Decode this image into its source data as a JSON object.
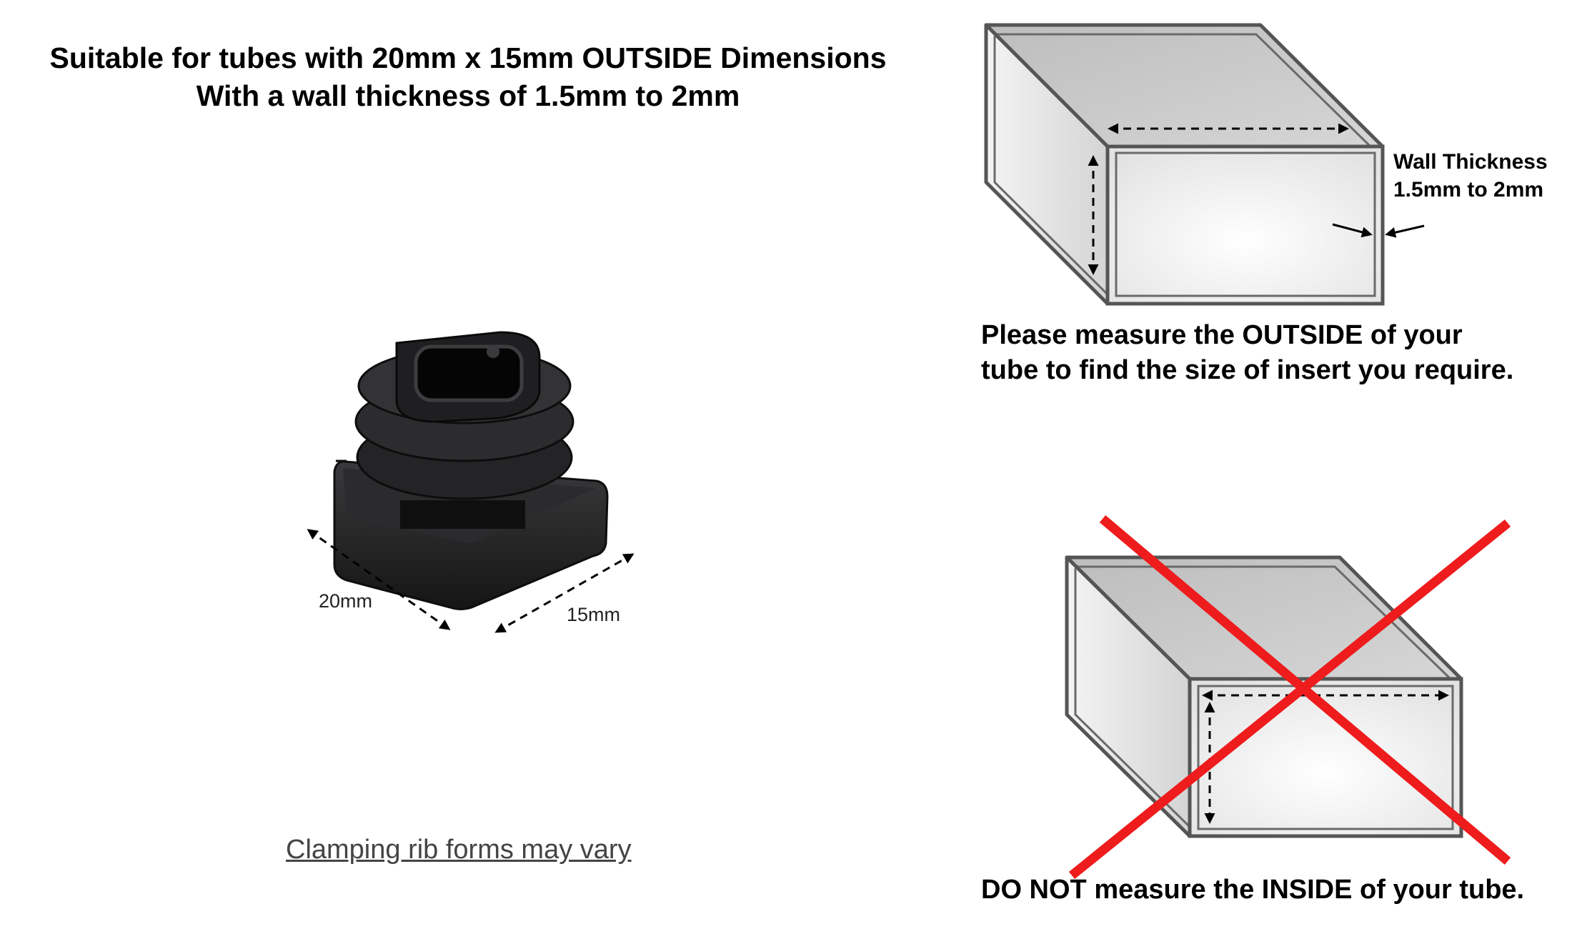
{
  "heading": {
    "line1": "Suitable for tubes with 20mm x 15mm OUTSIDE Dimensions",
    "line2": "With a wall thickness of 1.5mm to 2mm"
  },
  "product": {
    "dim_length": "20mm",
    "dim_width": "15mm",
    "note": "Clamping rib forms may vary"
  },
  "outside_diagram": {
    "wall_label_line1": "Wall Thickness",
    "wall_label_line2": "1.5mm to 2mm",
    "caption_line1": "Please measure the OUTSIDE of your",
    "caption_line2": "tube to find the size of insert you require."
  },
  "inside_diagram": {
    "caption": "DO NOT measure the INSIDE of your tube."
  },
  "colors": {
    "cross": "#ee1c1c",
    "tube_outline": "#555555",
    "insert": "#1d1d1f"
  }
}
